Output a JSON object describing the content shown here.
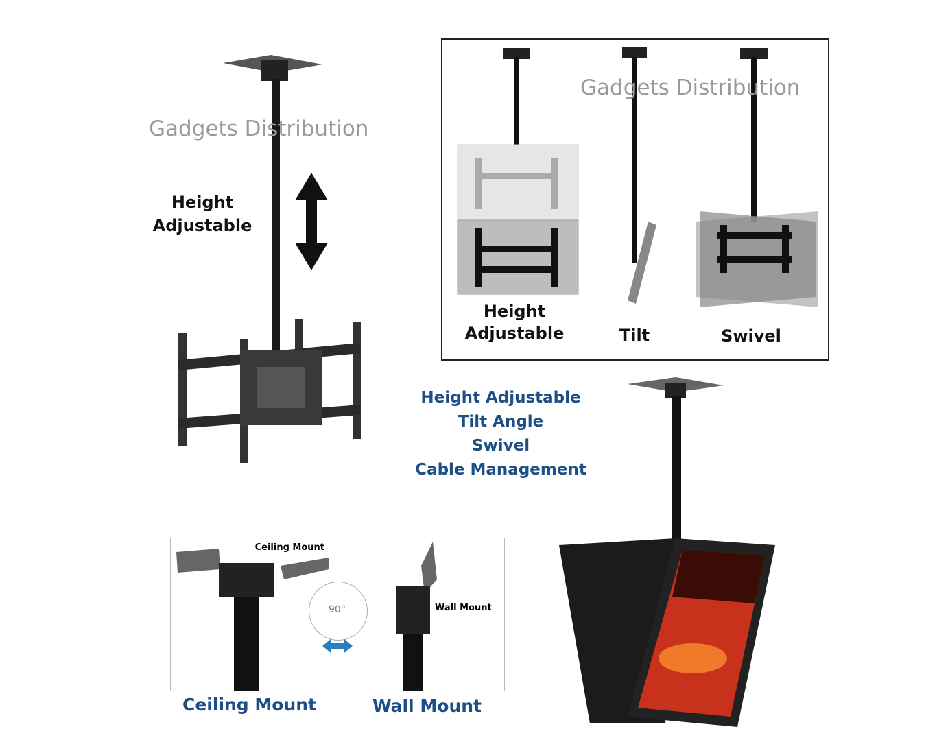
{
  "watermark": "Gadgets Distribution",
  "main_product": {
    "label_line1": "Height",
    "label_line2": "Adjustable"
  },
  "features_panel": {
    "items": [
      {
        "label_line1": "Height",
        "label_line2": "Adjustable"
      },
      {
        "label": "Tilt"
      },
      {
        "label": "Swivel"
      }
    ]
  },
  "features_list": [
    "Height Adjustable",
    "Tilt Angle",
    "Swivel",
    "Cable Management"
  ],
  "mount_options": {
    "ceiling_small": "Ceiling Mount",
    "wall_small": "Wall Mount",
    "angle": "90°",
    "ceiling_caption": "Ceiling Mount",
    "wall_caption": "Wall Mount"
  },
  "colors": {
    "accent_blue": "#1d4f86",
    "arrow_blue": "#2a7fc1"
  }
}
